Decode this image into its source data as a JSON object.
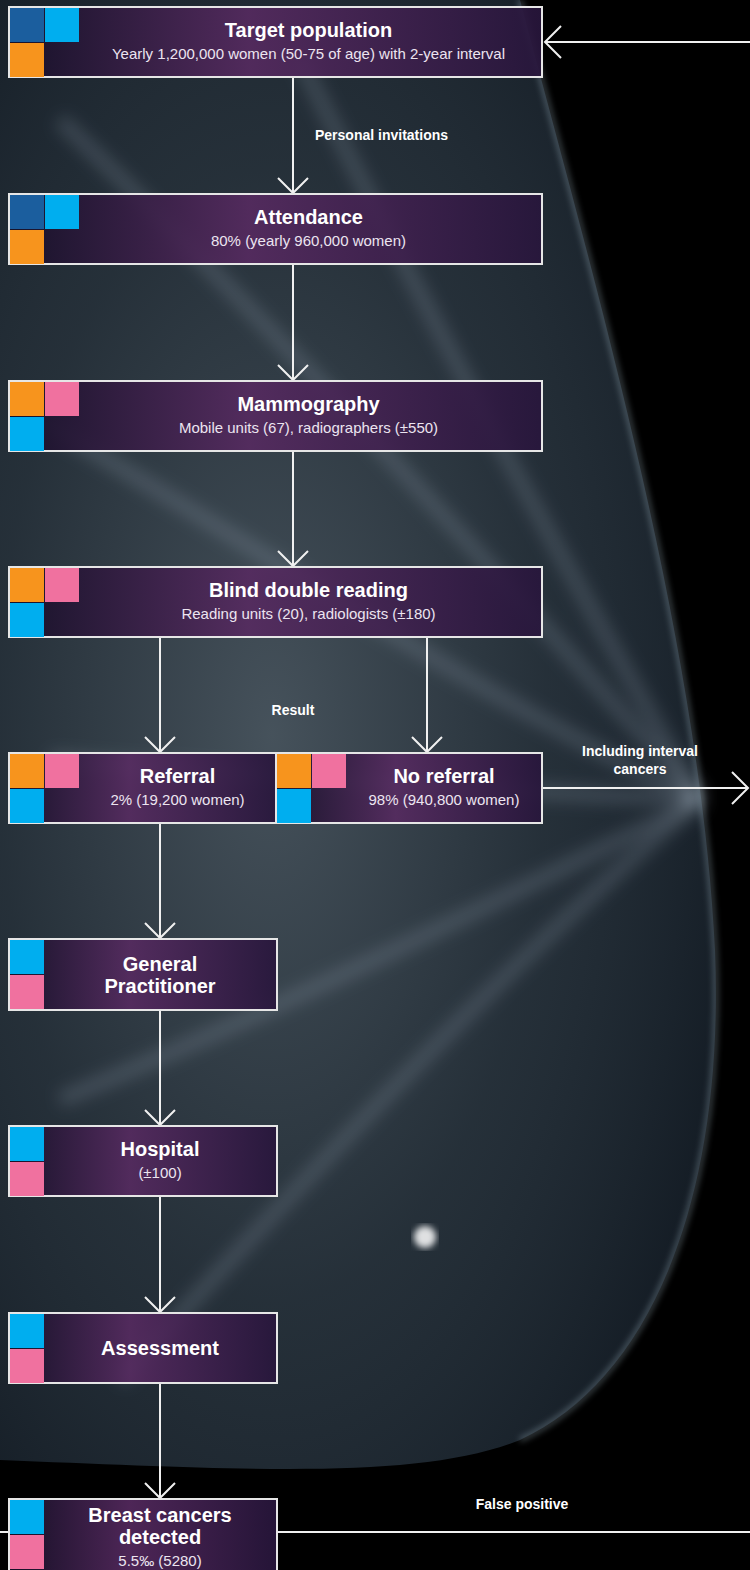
{
  "diagram": {
    "nodes": [
      {
        "text": [
          "Target population",
          "Yearly 1,200,000 women (50-75 of age) with 2-year interval"
        ]
      },
      {
        "text": [
          "Attendance",
          "80% (yearly 960,000 women)"
        ]
      },
      {
        "text": [
          "Mammography",
          "Mobile units (67), radiographers (±550)"
        ]
      },
      {
        "text": [
          "Blind double reading",
          "Reading units (20), radiologists (±180)"
        ]
      },
      {
        "text": [
          "Referral",
          "2% (19,200 women)"
        ]
      },
      {
        "text": [
          "No referral",
          "98% (940,800 women)"
        ]
      },
      {
        "text": [
          "General Practitioner"
        ]
      },
      {
        "text": [
          "Hospital",
          "(±100)"
        ]
      },
      {
        "text": [
          "Assessment"
        ]
      },
      {
        "text": [
          "Breast cancers detected",
          "5.5‰ (5280)"
        ]
      }
    ],
    "edges": [
      {
        "from": 0,
        "to": 1,
        "arrow": "to",
        "label": "Personal invitations"
      },
      {
        "from": 1,
        "to": 2,
        "arrow": "to"
      },
      {
        "from": 2,
        "to": 3,
        "arrow": "to"
      },
      {
        "from": 3,
        "to": 4,
        "arrow": "to"
      },
      {
        "from": 3,
        "to": 5,
        "arrow": "to"
      },
      {
        "from": 4,
        "to": 6,
        "arrow": "to"
      },
      {
        "from": 6,
        "to": 7,
        "arrow": "to"
      },
      {
        "from": 7,
        "to": 8,
        "arrow": "to"
      },
      {
        "from": 8,
        "to": 9,
        "arrow": "to"
      }
    ],
    "labels": [
      "Result",
      "Including interval cancers",
      "False positive"
    ]
  }
}
